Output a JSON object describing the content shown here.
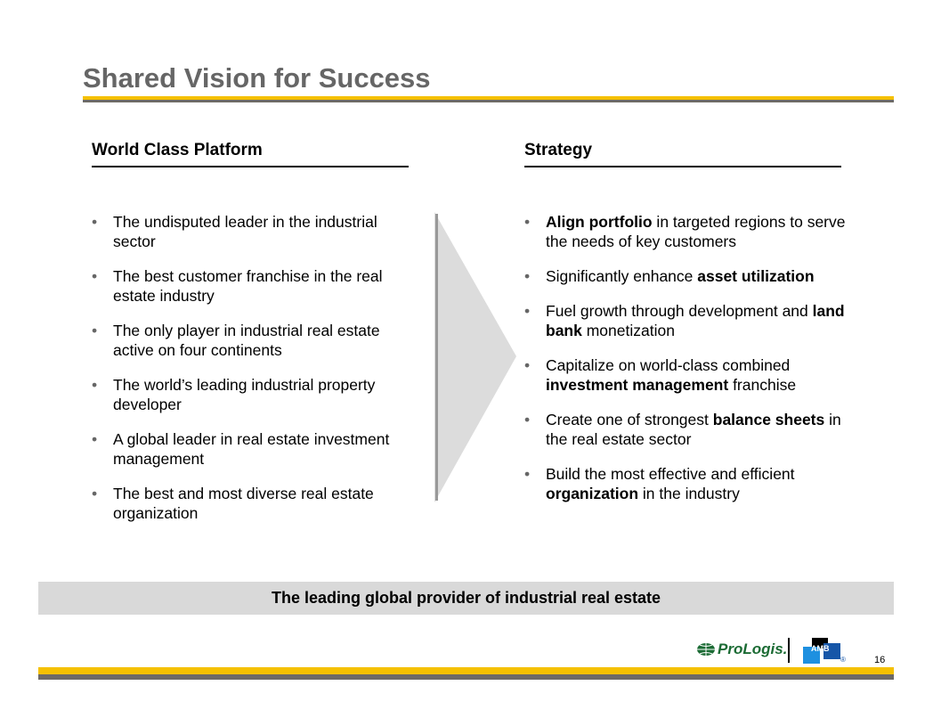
{
  "title": "Shared Vision for Success",
  "left": {
    "heading": "World Class Platform",
    "items": [
      "The undisputed leader in the industrial sector",
      "The best customer franchise in the real estate industry",
      "The only player in industrial real estate active on four continents",
      "The world’s leading industrial property developer",
      "A global leader in real estate investment management",
      "The best and most diverse real estate organization"
    ]
  },
  "right": {
    "heading": "Strategy",
    "items": [
      {
        "pre": "",
        "bold": "Align portfolio",
        "post": " in targeted regions to serve the needs of key customers"
      },
      {
        "pre": "Significantly enhance ",
        "bold": "asset utilization",
        "post": ""
      },
      {
        "pre": "Fuel growth through development and ",
        "bold": "land bank",
        "post": " monetization"
      },
      {
        "pre": "Capitalize on world-class combined ",
        "bold": "investment management",
        "post": " franchise"
      },
      {
        "pre": "Create one of strongest ",
        "bold": "balance sheets",
        "post": " in the real estate sector"
      },
      {
        "pre": "Build the most effective and efficient ",
        "bold": "organization",
        "post": " in the industry"
      }
    ]
  },
  "banner": "The leading global provider of industrial real estate",
  "footer": {
    "logo1": "ProLogis.",
    "logo2": "AMB",
    "registered": "®",
    "page": "16"
  },
  "colors": {
    "accent": "#f5c000",
    "gray": "#6d6a66"
  }
}
